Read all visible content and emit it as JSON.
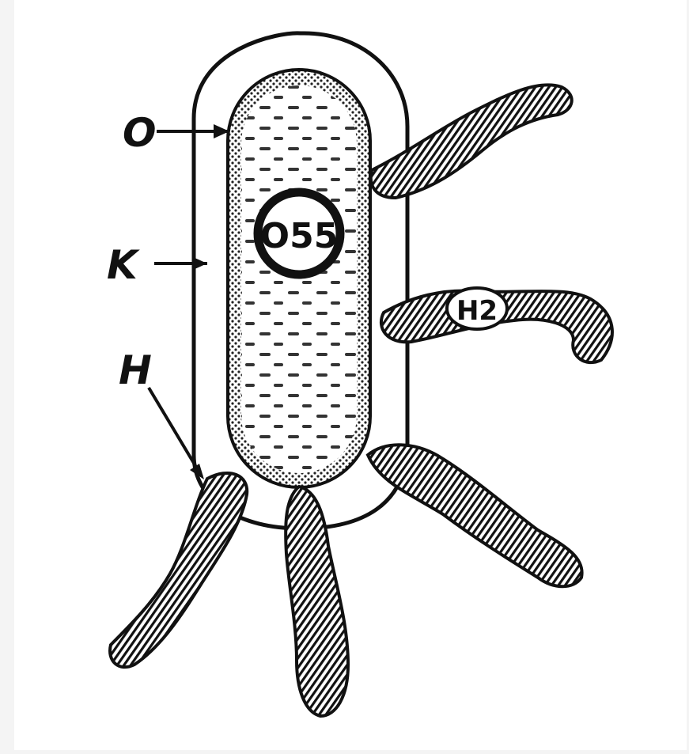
{
  "diagram": {
    "labels": {
      "o_label": "O",
      "k_label": "K",
      "h_label": "H"
    },
    "antigen_labels": {
      "somatic": "O55",
      "flagellar": "H2"
    },
    "colors": {
      "ink": "#111111",
      "background": "#ffffff",
      "frame": "#f4f4f4"
    }
  }
}
